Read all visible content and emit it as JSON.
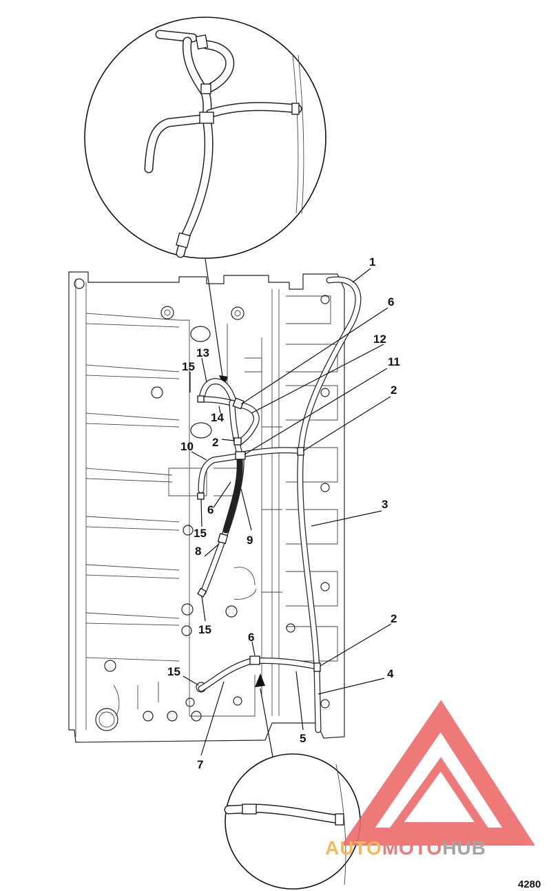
{
  "figure_number": "4280",
  "watermark": {
    "part1": "AUTO",
    "part2": "MOTO",
    "part3": "HUB",
    "color_orange": "#f4b24a",
    "color_red": "#ee6a6a",
    "color_gray": "#9a9a9a"
  },
  "callouts": [
    {
      "id": "c1",
      "text": "1"
    },
    {
      "id": "c6a",
      "text": "6"
    },
    {
      "id": "c12",
      "text": "12"
    },
    {
      "id": "c11",
      "text": "11"
    },
    {
      "id": "c2a",
      "text": "2"
    },
    {
      "id": "c13",
      "text": "13"
    },
    {
      "id": "c15a",
      "text": "15"
    },
    {
      "id": "c14",
      "text": "14"
    },
    {
      "id": "c2b",
      "text": "2"
    },
    {
      "id": "c10",
      "text": "10"
    },
    {
      "id": "c3",
      "text": "3"
    },
    {
      "id": "c6b",
      "text": "6"
    },
    {
      "id": "c15b",
      "text": "15"
    },
    {
      "id": "c9",
      "text": "9"
    },
    {
      "id": "c8",
      "text": "8"
    },
    {
      "id": "c15c",
      "text": "15"
    },
    {
      "id": "c6c",
      "text": "6"
    },
    {
      "id": "c2c",
      "text": "2"
    },
    {
      "id": "c4",
      "text": "4"
    },
    {
      "id": "c15d",
      "text": "15"
    },
    {
      "id": "c5",
      "text": "5"
    },
    {
      "id": "c7",
      "text": "7"
    }
  ]
}
